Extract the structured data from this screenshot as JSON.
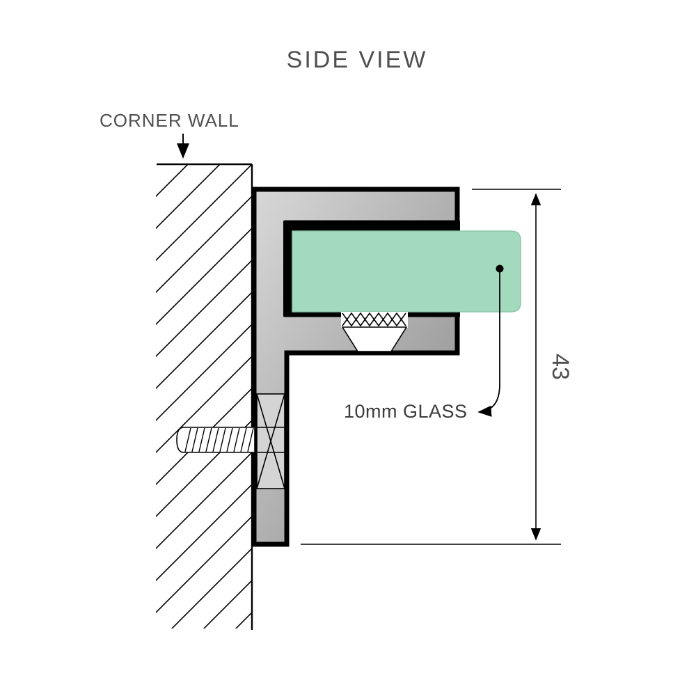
{
  "page": {
    "title": "SIDE VIEW"
  },
  "diagram": {
    "labels": {
      "corner_wall": "CORNER WALL",
      "glass": "10mm GLASS",
      "dimension": "43"
    },
    "colors": {
      "glass_fill": "#a3dabe",
      "glass_edge": "#8cc7a9",
      "metal_light": "#d8d8d8",
      "metal_dark": "#8a8a8a",
      "outline": "#000000",
      "text": "#4f4f4f"
    }
  }
}
